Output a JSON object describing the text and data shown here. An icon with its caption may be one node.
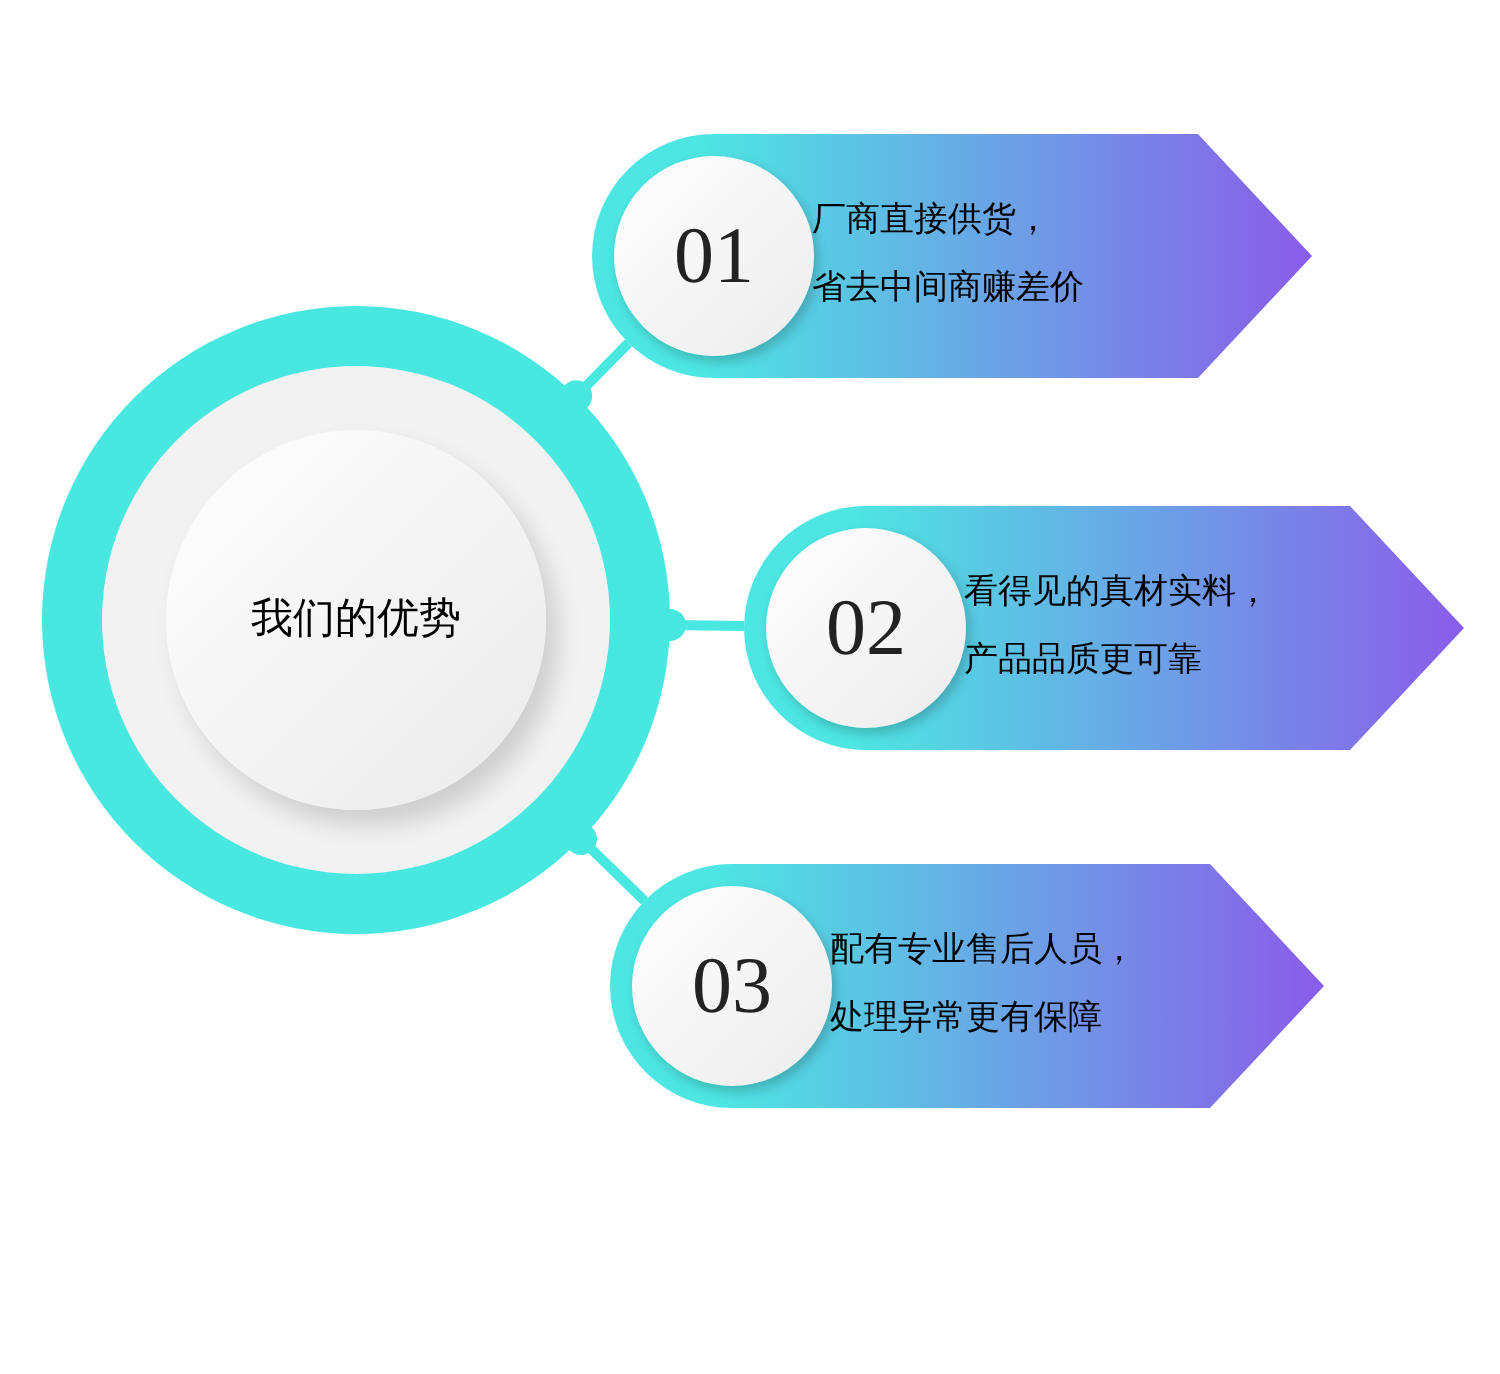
{
  "diagram": {
    "nodes": [
      {
        "text": [
          "我们的优势"
        ]
      },
      {
        "text": [
          "厂商直接供货，省去中间商赚差价"
        ]
      },
      {
        "text": [
          "01"
        ],
        "in": 1
      },
      {
        "text": [
          "看得见的真材实料，产品品质更可靠"
        ]
      },
      {
        "text": [
          "02"
        ],
        "in": 3
      },
      {
        "text": [
          "配有专业售后人员，处理异常更有保障"
        ]
      },
      {
        "text": [
          "03"
        ],
        "in": 5
      }
    ],
    "edges": [
      {
        "from": 0,
        "to": 1,
        "arrow": "other"
      },
      {
        "from": 0,
        "to": 3,
        "arrow": "other"
      },
      {
        "from": 0,
        "to": 5,
        "arrow": "other"
      }
    ]
  }
}
